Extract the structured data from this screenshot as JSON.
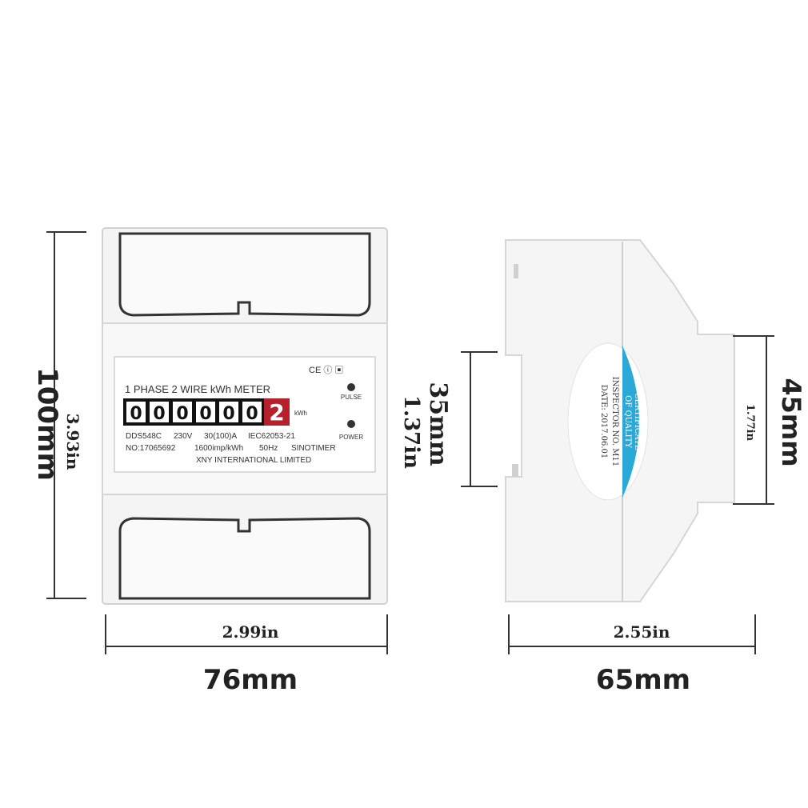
{
  "front_view": {
    "meter_title": "1 PHASE 2 WIRE  kWh METER",
    "counter_digits": [
      "0",
      "0",
      "0",
      "0",
      "0",
      "0"
    ],
    "red_digit": "2",
    "counter_unit": "kWh",
    "pulse_label": "PULSE",
    "power_label": "POWER",
    "spec_line_1": [
      "DDS548C",
      "230V",
      "30(100)A",
      "IEC62053-21"
    ],
    "spec_line_2": [
      "NO:17065692",
      "1600imp/kWh",
      "50Hz",
      "SINOTIMER"
    ],
    "manufacturer": "XNY INTERNATIONAL LIMITED",
    "cert_marks": "CE ⓘ ▣"
  },
  "side_view": {
    "sticker_lines": [
      "CERTIFICATE",
      "OF QUALITY",
      "INSPECTOR NO. M11",
      "DATE: 2017.06.01"
    ]
  },
  "dimensions": {
    "height_mm": "100mm",
    "height_in": "3.93in",
    "width_mm": "76mm",
    "width_in": "2.99in",
    "rail_mm": "35mm",
    "rail_in": "1.37in",
    "mid_mm": "45mm",
    "mid_in": "1.77in",
    "depth_mm": "65mm",
    "depth_in": "2.55in"
  },
  "colors": {
    "body": "#f2f2f2",
    "shadow": "#cfcfcf",
    "counter_bg": "#111111",
    "red_digit": "#b5202b",
    "sticker_blue": "#2aa9d8"
  }
}
